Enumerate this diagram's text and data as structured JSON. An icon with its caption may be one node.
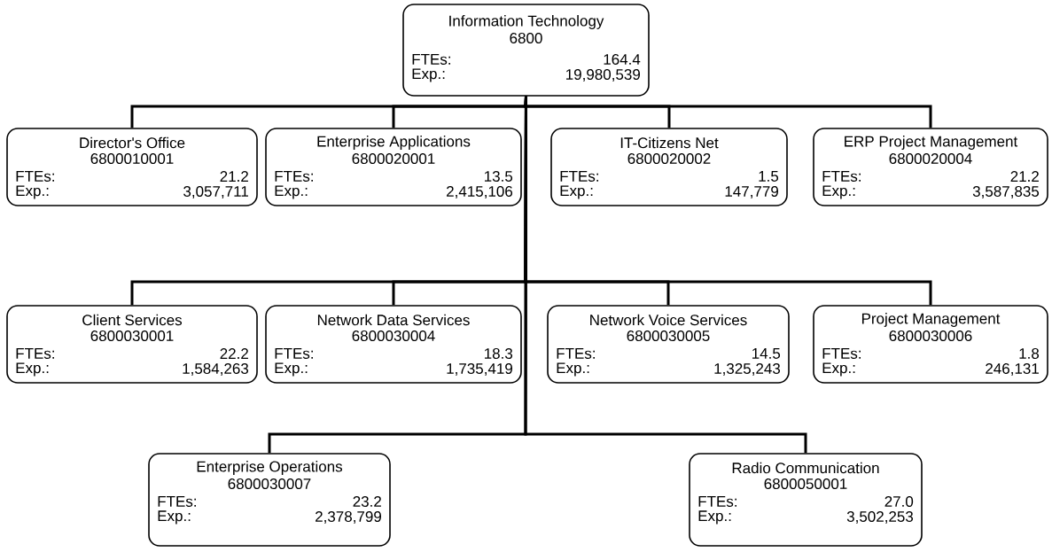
{
  "diagram": {
    "nodes": [
      {
        "text": [
          "Information Technology",
          "6800",
          "FTEs:",
          "164.4",
          "Exp.:",
          "19,980,539"
        ]
      },
      {
        "text": [
          "Director's Office",
          "6800010001",
          "FTEs:",
          "21.2",
          "Exp.:",
          "3,057,711"
        ]
      },
      {
        "text": [
          "Enterprise Applications",
          "6800020001",
          "FTEs:",
          "13.5",
          "Exp.:",
          "2,415,106"
        ]
      },
      {
        "text": [
          "IT-Citizens Net",
          "6800020002",
          "FTEs:",
          "1.5",
          "Exp.:",
          "147,779"
        ]
      },
      {
        "text": [
          "ERP Project Management",
          "6800020004",
          "FTEs:",
          "21.2",
          "Exp.:",
          "3,587,835"
        ]
      },
      {
        "text": [
          "Client Services",
          "6800030001",
          "FTEs:",
          "22.2",
          "Exp.:",
          "1,584,263"
        ]
      },
      {
        "text": [
          "Network Data Services",
          "6800030004",
          "FTEs:",
          "18.3",
          "Exp.:",
          "1,735,419"
        ]
      },
      {
        "text": [
          "Network Voice Services",
          "6800030005",
          "FTEs:",
          "14.5",
          "Exp.:",
          "1,325,243"
        ]
      },
      {
        "text": [
          "Project Management",
          "6800030006",
          "FTEs:",
          "1.8",
          "Exp.:",
          "246,131"
        ]
      },
      {
        "text": [
          "Enterprise Operations",
          "6800030007",
          "FTEs:",
          "23.2",
          "Exp.:",
          "2,378,799"
        ]
      },
      {
        "text": [
          "Radio Communication",
          "6800050001",
          "FTEs:",
          "27.0",
          "Exp.:",
          "3,502,253"
        ]
      }
    ],
    "edges": [
      {
        "from": 0,
        "to": 1,
        "arrow": "none"
      },
      {
        "from": 0,
        "to": 2,
        "arrow": "none"
      },
      {
        "from": 0,
        "to": 3,
        "arrow": "none"
      },
      {
        "from": 0,
        "to": 4,
        "arrow": "none"
      },
      {
        "from": 0,
        "to": 5,
        "arrow": "none"
      },
      {
        "from": 0,
        "to": 6,
        "arrow": "none"
      },
      {
        "from": 0,
        "to": 7,
        "arrow": "none"
      },
      {
        "from": 0,
        "to": 8,
        "arrow": "none"
      },
      {
        "from": 0,
        "to": 9,
        "arrow": "none"
      },
      {
        "from": 0,
        "to": 10,
        "arrow": "none"
      }
    ]
  }
}
